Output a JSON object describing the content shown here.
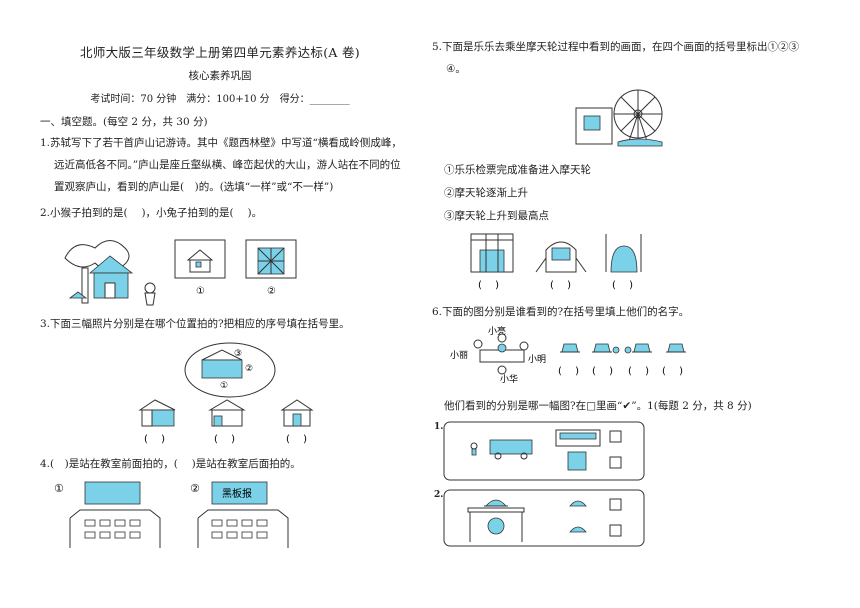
{
  "header": {
    "title": "北师大版三年级数学上册第四单元素养达标(A 卷)",
    "subtitle": "核心素养巩固",
    "exam_info": "考试时间：70 分钟　满分：100+10 分　得分：________"
  },
  "section1": {
    "heading": "一、填空题。(每空 2 分，共 30 分)"
  },
  "q1": {
    "line1": "1.苏轼写下了若干首庐山记游诗。其中《题西林壁》中写道“横看成岭侧成峰，",
    "line2": "远近高低各不同。”庐山是座丘壑纵横、峰峦起伏的大山，游人站在不同的位",
    "line3": "置观察庐山，看到的庐山是(　)的。(选填“一样”或“不一样”)"
  },
  "q2": {
    "text": "2.小猴子拍到的是(　 )，小兔子拍到的是(　 )。",
    "label1": "①",
    "label2": "②"
  },
  "q3": {
    "text": "3.下面三幅照片分别是在哪个位置拍的?把相应的序号填在括号里。",
    "pos1": "①",
    "pos2": "②",
    "pos3": "③",
    "blank": "(　 )"
  },
  "q4": {
    "text": "4.(　)是站在教室前面拍的，(　 )是站在教室后面拍的。",
    "label1": "①",
    "label2": "②",
    "board": "黑板报"
  },
  "q5": {
    "line1": "5.下面是乐乐去乘坐摩天轮过程中看到的画面，在四个画面的括号里标出①②③",
    "line2": "④。",
    "item1": "①乐乐检票完成准备进入摩天轮",
    "item2": "②摩天轮逐渐上升",
    "item3": "③摩天轮上升到最高点",
    "blank": "(　 )"
  },
  "q6": {
    "text": "6.下面的图分别是谁看到的?在括号里填上他们的名字。",
    "name_top": "小亮",
    "name_left": "小丽",
    "name_right": "小明",
    "name_bottom": "小华",
    "blank": "(　 )",
    "instruction": "他们看到的分别是哪一幅图?在□里画“✔”。1(每题 2 分，共 8 分)",
    "sub1": "1.",
    "sub2": "2."
  }
}
